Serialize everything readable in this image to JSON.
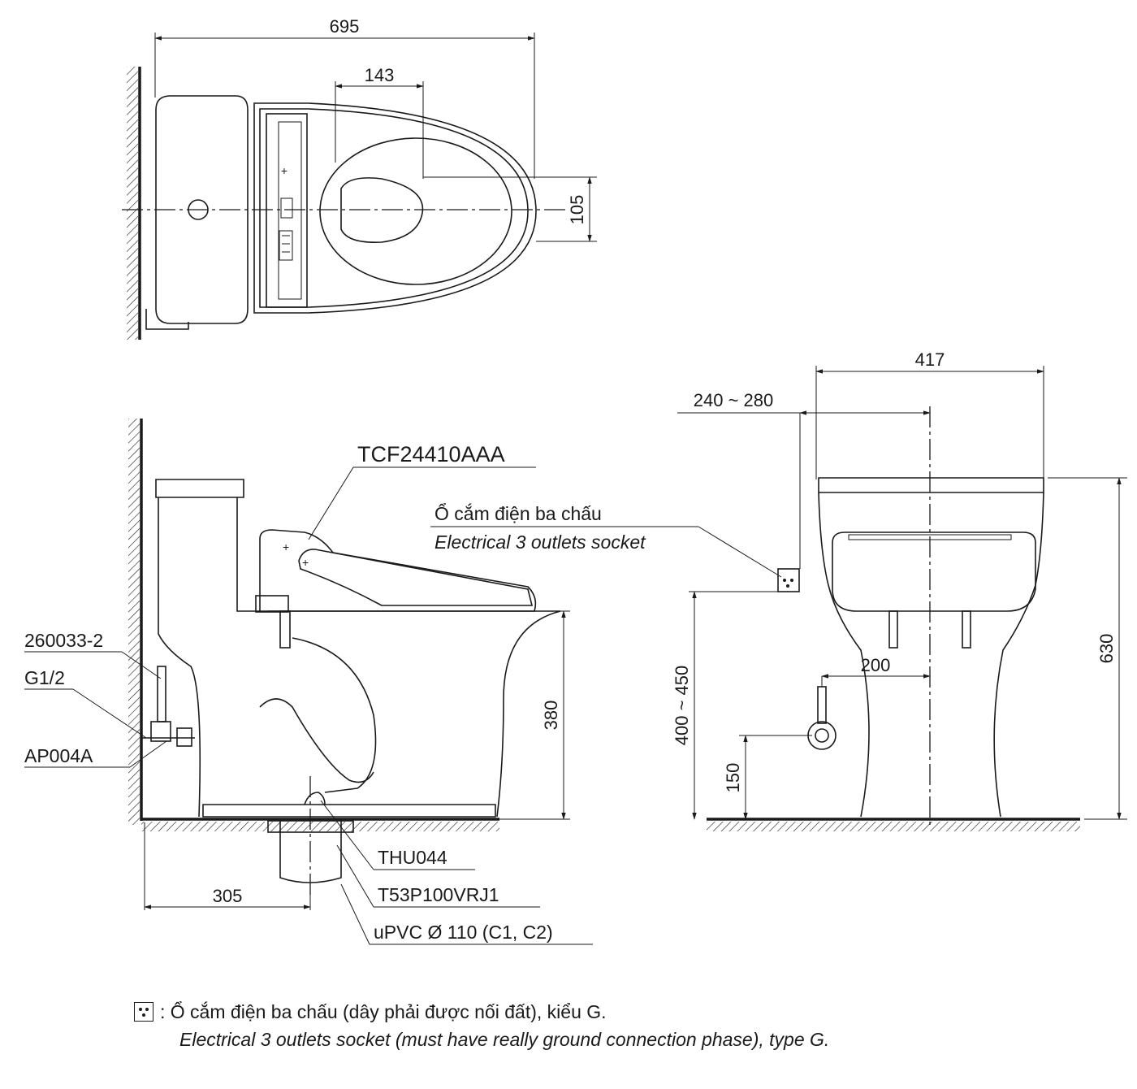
{
  "top_view": {
    "dim_overall_length": "695",
    "dim_seat_opening_width": "143",
    "dim_offset": "105"
  },
  "side_view": {
    "seat_model": "TCF24410AAA",
    "supply_hose_code": "260033-2",
    "thread_size": "G1/2",
    "stop_valve_code": "AP004A",
    "flange_code": "THU044",
    "drain_adapter_code": "T53P100VRJ1",
    "drain_pipe": "uPVC Ø 110 (C1, C2)",
    "dim_rough_in": "305",
    "dim_seat_height": "380",
    "socket_label_vi": "Ổ cắm điện ba chấu",
    "socket_label_en": "Electrical 3 outlets socket"
  },
  "front_view": {
    "dim_width": "417",
    "dim_socket_offset": "240 ~ 280",
    "dim_socket_height": "400 ~ 450",
    "dim_supply_offset": "200",
    "dim_supply_height": "150",
    "dim_total_height": "630"
  },
  "legend": {
    "icon": "outlet-socket-icon",
    "text_vi": ": Ổ cắm điện ba chấu (dây phải được nối đất), kiểu G.",
    "text_en": "Electrical 3 outlets socket (must have really ground connection phase), type G."
  }
}
